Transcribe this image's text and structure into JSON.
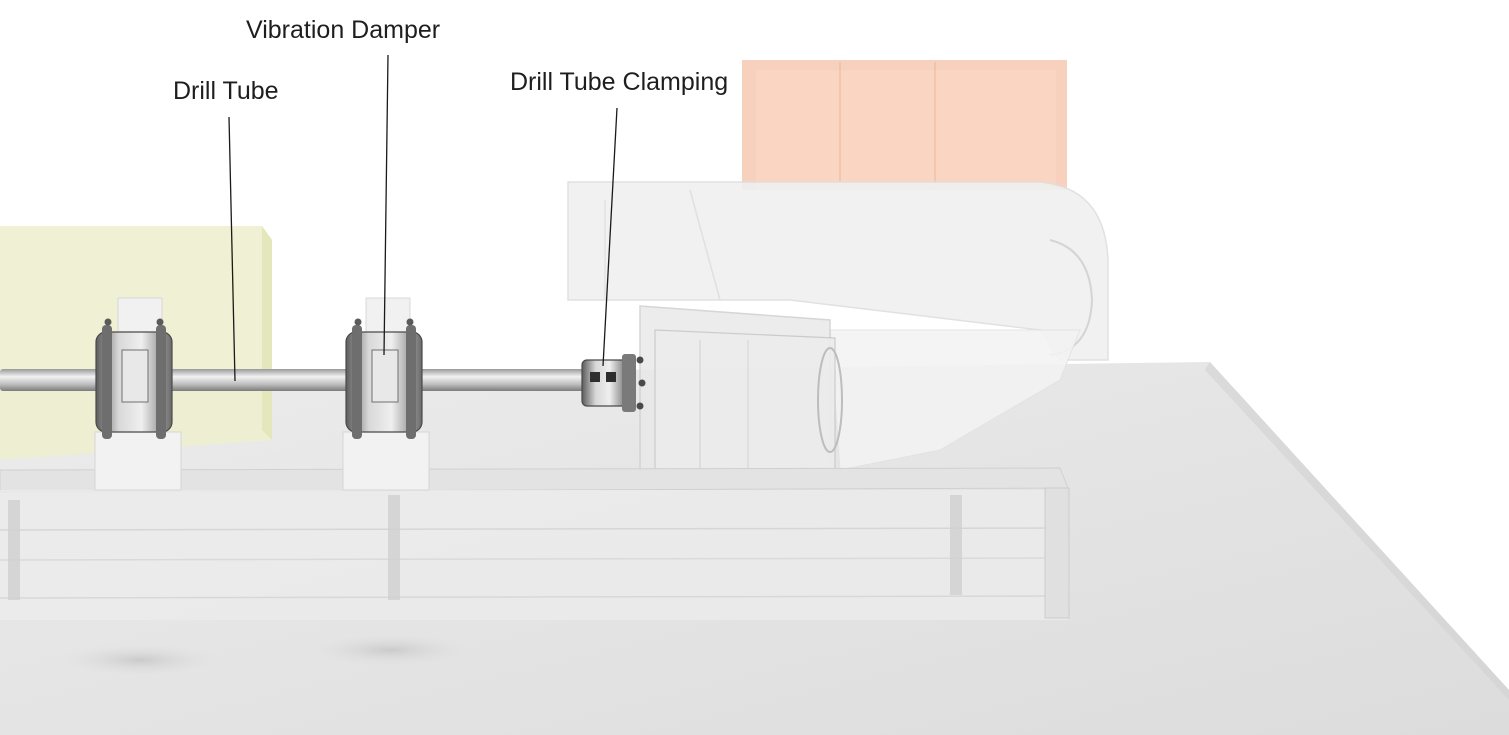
{
  "labels": {
    "drill_tube": "Drill Tube",
    "vibration_damper": "Vibration Damper",
    "drill_tube_clamping": "Drill Tube Clamping"
  },
  "colors": {
    "background": "#ffffff",
    "base_plate": "#e6e6e6",
    "yellow_block": "#eef0cf",
    "orange_block": "#f6c9b2",
    "housing": "#f0f0f0",
    "tube": "#c9c9c9",
    "damper_metal": "#8a8a8a",
    "green_edge": "#8fd08a",
    "leader_line": "#1a1a1a",
    "label_text": "#1e1e1e"
  }
}
